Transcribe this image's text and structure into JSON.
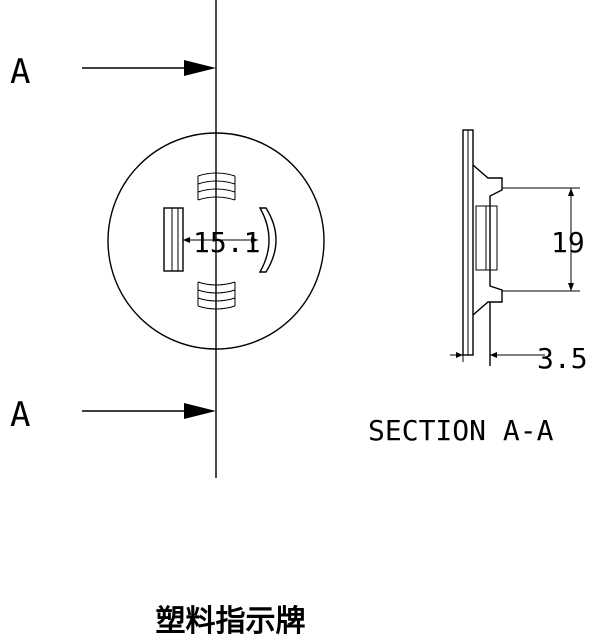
{
  "section_marker_top": "A",
  "section_marker_bottom": "A",
  "section_title": "SECTION A-A",
  "dim_width": "15.1",
  "dim_height": "19",
  "dim_thickness": "3.5",
  "caption": "塑料指示牌"
}
